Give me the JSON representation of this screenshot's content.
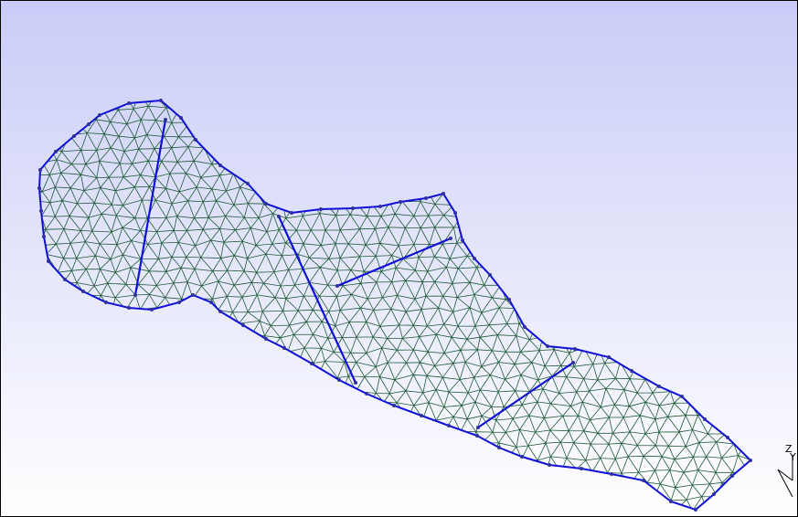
{
  "view": {
    "background_top": "#c9ccf7",
    "background_bottom": "#ffffff",
    "mesh_color": "#1f5a38",
    "boundary_color": "#1010d8",
    "node_color": "#3030a0"
  },
  "axis_triad": {
    "z_label": "Z",
    "y_label": "Y"
  },
  "mesh": {
    "element_type": "triangle",
    "boundary_nodes": 75,
    "internal_break_lines": 4
  }
}
